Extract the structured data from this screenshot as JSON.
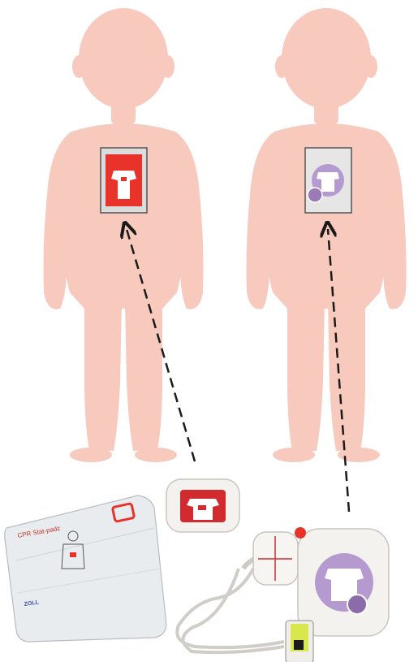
{
  "colors": {
    "skin": "#f8c9bd",
    "pad_red": "#e8322a",
    "pad_purple": "#9b7bb6",
    "arrow": "#1a1a1a",
    "package": "#e9ecef",
    "electrode_base": "#f4f2ef"
  },
  "figures": [
    {
      "name": "child-figure-left",
      "pad": "adult-pad-red"
    },
    {
      "name": "child-figure-right",
      "pad": "pediatric-pad-purple"
    }
  ],
  "package": {
    "title_text": "CPR Stat-padz",
    "brand_text": "ZOLL"
  },
  "icons": [
    "torso-pictogram-icon",
    "dashed-arrow-icon",
    "connector-plug-icon"
  ]
}
